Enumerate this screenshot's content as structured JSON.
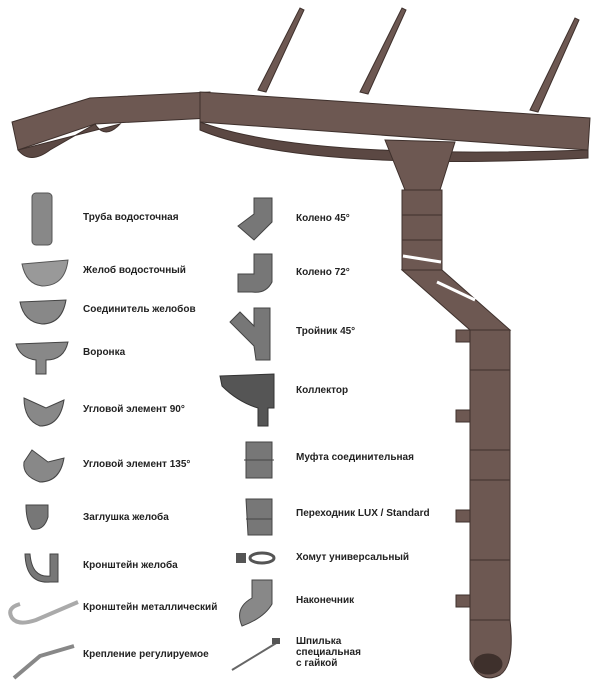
{
  "colors": {
    "product": "#6d5852",
    "product_dark": "#4a3a35",
    "icon": "#8a8a8a",
    "icon_dark": "#555555"
  },
  "left_column": [
    {
      "label": "Труба водосточная",
      "icon": "downpipe-icon"
    },
    {
      "label": "Желоб водосточный",
      "icon": "gutter-icon"
    },
    {
      "label": "Соединитель желобов",
      "icon": "gutter-connector-icon"
    },
    {
      "label": "Воронка",
      "icon": "funnel-icon"
    },
    {
      "label": "Угловой элемент 90°",
      "icon": "corner-90-icon"
    },
    {
      "label": "Угловой элемент 135°",
      "icon": "corner-135-icon"
    },
    {
      "label": "Заглушка желоба",
      "icon": "gutter-cap-icon"
    },
    {
      "label": "Кронштейн желоба",
      "icon": "gutter-bracket-icon"
    },
    {
      "label": "Кронштейн металлический",
      "icon": "metal-bracket-icon"
    },
    {
      "label": "Крепление регулируемое",
      "icon": "adjustable-mount-icon"
    }
  ],
  "right_column": [
    {
      "label": "Колено 45°",
      "icon": "elbow-45-icon"
    },
    {
      "label": "Колено 72°",
      "icon": "elbow-72-icon"
    },
    {
      "label": "Тройник 45°",
      "icon": "tee-45-icon"
    },
    {
      "label": "Коллектор",
      "icon": "collector-icon"
    },
    {
      "label": "Муфта соединительная",
      "icon": "coupling-icon"
    },
    {
      "label": "Переходник LUX / Standard",
      "icon": "adapter-icon"
    },
    {
      "label": "Хомут универсальный",
      "icon": "clamp-icon"
    },
    {
      "label": "Наконечник",
      "icon": "outlet-icon"
    },
    {
      "label": "Шпилька специальная с гайкой",
      "lines": [
        "Шпилька",
        "специальная",
        "с гайкой"
      ],
      "icon": "stud-icon"
    }
  ]
}
